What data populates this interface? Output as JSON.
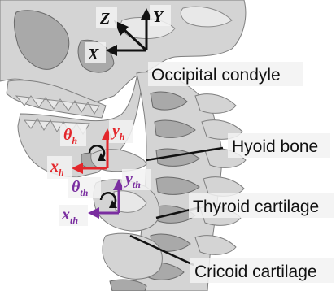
{
  "labels": {
    "occipital": "Occipital condyle",
    "hyoid": "Hyoid bone",
    "thyroid": "Thyroid cartilage",
    "cricoid": "Cricoid cartilage"
  },
  "global_axes": {
    "z": "Z",
    "y": "Y",
    "x": "X"
  },
  "hyoid_axes": {
    "theta": "θ",
    "theta_sub": "h",
    "y": "y",
    "y_sub": "h",
    "x": "x",
    "x_sub": "h"
  },
  "thyroid_axes": {
    "theta": "θ",
    "theta_sub": "th",
    "y": "y",
    "y_sub": "th",
    "x": "x",
    "x_sub": "th"
  },
  "colors": {
    "hyoid": "#e3262b",
    "thyroid": "#7a2ea0",
    "global": "#111111"
  }
}
